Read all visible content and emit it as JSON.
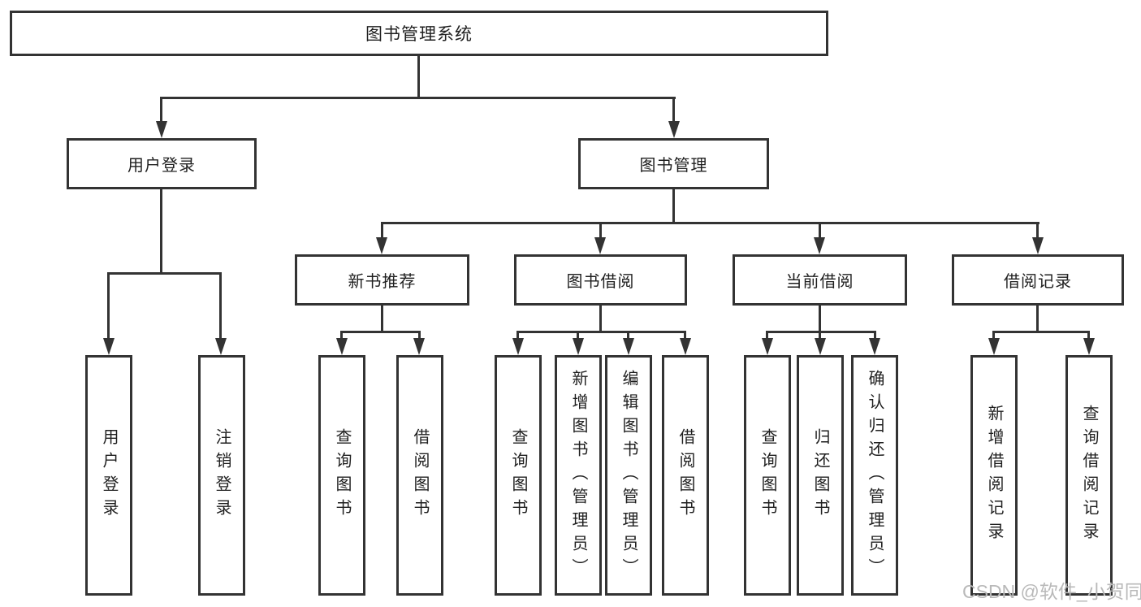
{
  "tree": {
    "label": "图书管理系统",
    "children": [
      {
        "label": "用户登录",
        "children": [
          {
            "label": "用户登录"
          },
          {
            "label": "注销登录"
          }
        ]
      },
      {
        "label": "图书管理",
        "children": [
          {
            "label": "新书推荐",
            "children": [
              {
                "label": "查询图书"
              },
              {
                "label": "借阅图书"
              }
            ]
          },
          {
            "label": "图书借阅",
            "children": [
              {
                "label": "查询图书"
              },
              {
                "label": "新增图书（管理员）"
              },
              {
                "label": "编辑图书（管理员）"
              },
              {
                "label": "借阅图书"
              }
            ]
          },
          {
            "label": "当前借阅",
            "children": [
              {
                "label": "查询图书"
              },
              {
                "label": "归还图书"
              },
              {
                "label": "确认归还（管理员）"
              }
            ]
          },
          {
            "label": "借阅记录",
            "children": [
              {
                "label": "新增借阅记录"
              },
              {
                "label": "查询借阅记录"
              }
            ]
          }
        ]
      }
    ]
  },
  "watermark": {
    "text": "CSDN @软件_小贺同学"
  },
  "colors": {
    "line": "#333333",
    "text": "#1f1f1f",
    "watermark": "#b9b9b9",
    "background": "#ffffff"
  }
}
